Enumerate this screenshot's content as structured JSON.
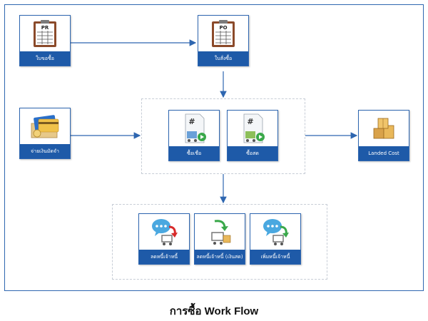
{
  "nodes": {
    "purchase_request": {
      "label": "ใบขอซื้อ",
      "doc_tag": "PR"
    },
    "purchase_order": {
      "label": "ใบสั่งซื้อ",
      "doc_tag": "PO"
    },
    "advance_payment": {
      "label": "จ่ายเงินมัดจำ"
    },
    "credit_purchase": {
      "label": "ซื้อเชื่อ",
      "doc_tag": "#"
    },
    "cash_purchase": {
      "label": "ซื้อสด",
      "doc_tag": "#"
    },
    "landed_cost": {
      "label": "Landed Cost"
    },
    "debit_note": {
      "label": "ลดหนี้เจ้าหนี้"
    },
    "debit_note_cash": {
      "label": "ลดหนี้เจ้าหนี้ (เงินสด)"
    },
    "credit_note": {
      "label": "เพิ่มหนี้เจ้าหนี้"
    }
  },
  "footer": {
    "title": "การซื้อ Work Flow"
  },
  "colors": {
    "border": "#2e66b0",
    "caption_bg": "#1e5aa8",
    "arrow": "#2e66b0"
  }
}
